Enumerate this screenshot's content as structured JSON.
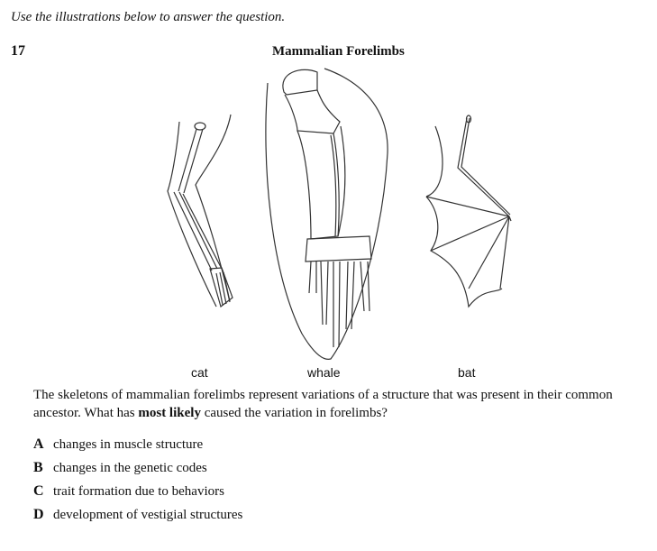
{
  "instruction": "Use the illustrations below to answer the question.",
  "question_number": "17",
  "figure": {
    "title": "Mammalian Forelimbs",
    "labels": [
      "cat",
      "whale",
      "bat"
    ]
  },
  "stem": {
    "before": "The skeletons of mammalian forelimbs represent variations of a structure that was present in their common ancestor. What has ",
    "bold": "most likely",
    "after": " caused the variation in forelimbs?"
  },
  "options": [
    {
      "letter": "A",
      "text": "changes in muscle structure"
    },
    {
      "letter": "B",
      "text": "changes in the genetic codes"
    },
    {
      "letter": "C",
      "text": "trait formation due to behaviors"
    },
    {
      "letter": "D",
      "text": "development of vestigial structures"
    }
  ]
}
